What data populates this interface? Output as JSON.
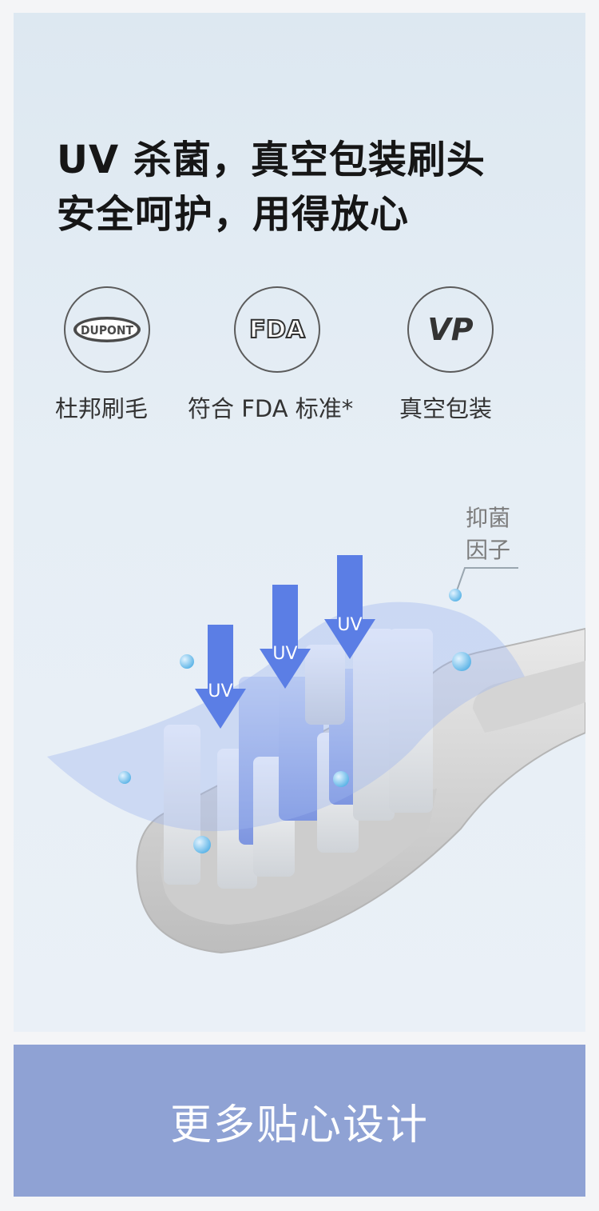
{
  "headline": {
    "line1": "UV 杀菌，真空包装刷头",
    "line2": "安全呵护，用得放心"
  },
  "badges": [
    {
      "icon": "dupont-logo-icon",
      "logo_text": "DUPONT",
      "label": "杜邦刷毛"
    },
    {
      "icon": "fda-logo-icon",
      "logo_text": "FDA",
      "label": "符合 FDA 标准*"
    },
    {
      "icon": "vp-logo-icon",
      "logo_text": "VP",
      "label": "真空包装"
    }
  ],
  "illustration": {
    "uv_arrows": [
      "UV",
      "UV",
      "UV"
    ],
    "callout_line1": "抑菌",
    "callout_line2": "因子"
  },
  "cta": {
    "label": "更多贴心设计"
  },
  "colors": {
    "accent": "#8fa2d4",
    "uv_arrow": "#5b7ee5",
    "headline": "#161616",
    "particle": "#7ec3ec"
  }
}
